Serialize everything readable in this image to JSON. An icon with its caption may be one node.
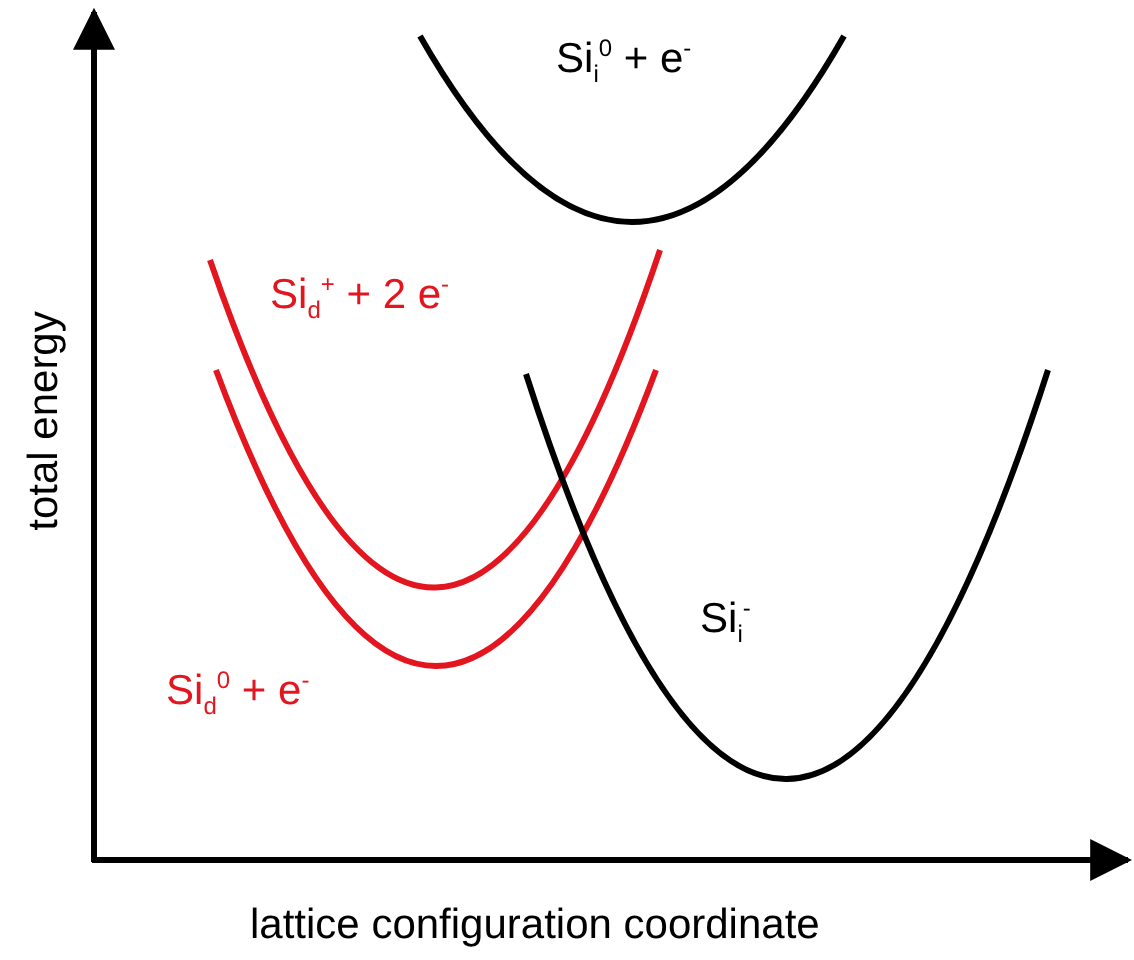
{
  "diagram": {
    "labels": [
      "Si$_{i}$$^{0}$ + e$^{-}$",
      "Si$_{d}$$^{+}$ + 2 e$^{-}$",
      "Si$_{i}$$^{-}$",
      "Si$_{d}$$^{0}$ + e$^{-}$",
      "total energy",
      "lattice configuration coordinate"
    ]
  }
}
